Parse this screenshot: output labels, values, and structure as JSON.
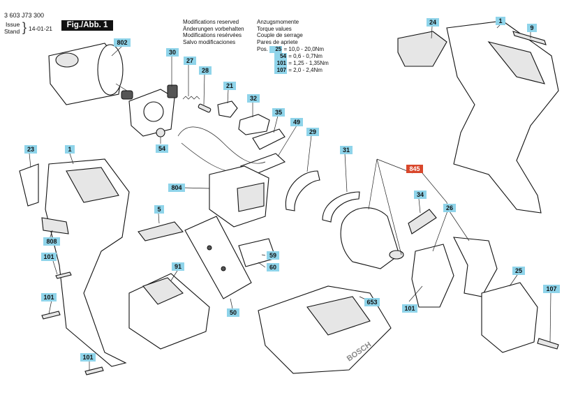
{
  "header": {
    "doc_number": "3 603 J73 300",
    "issue_label": "Issue",
    "stand_label": "Stand",
    "issue_date": "14-01-21",
    "figure_label": "Fig./Abb. 1"
  },
  "modifications_notice": [
    "Modifications reserved",
    "Änderungen vorbehalten",
    "Modifications resérvées",
    "Salvo modificaciones"
  ],
  "torque": {
    "title_lines": [
      "Anzugsmomente",
      "Torque values",
      "Couple de serrage",
      "Pares de apriete"
    ],
    "pos_label": "Pos.",
    "rows": [
      {
        "pos": "25",
        "eq": "=",
        "range": "10,0  - 20,0Nm"
      },
      {
        "pos": "54",
        "eq": "=",
        "range": "0,6  - 0,7Nm"
      },
      {
        "pos": "101",
        "eq": "=",
        "range": "1,25 - 1,35Nm"
      },
      {
        "pos": "107",
        "eq": "=",
        "range": "2,0  - 2,4Nm"
      }
    ]
  },
  "part_labels": {
    "p802": "802",
    "p30": "30",
    "p27": "27",
    "p28": "28",
    "p21": "21",
    "p32": "32",
    "p35": "35",
    "p49": "49",
    "p29": "29",
    "p31": "31",
    "p54": "54",
    "p24": "24",
    "p1_top": "1",
    "p9": "9",
    "p23": "23",
    "p1_left": "1",
    "p804": "804",
    "p5": "5",
    "p808": "808",
    "p101_a": "101",
    "p101_b": "101",
    "p101_c": "101",
    "p101_d": "101",
    "p91": "91",
    "p59": "59",
    "p60": "60",
    "p50": "50",
    "p653": "653",
    "p845": "845",
    "p34": "34",
    "p26": "26",
    "p25": "25",
    "p107": "107"
  },
  "highlight_colors": {
    "label": "#8fd4ea",
    "highlight": "#d9472b"
  },
  "charger_brand": "BOSCH"
}
